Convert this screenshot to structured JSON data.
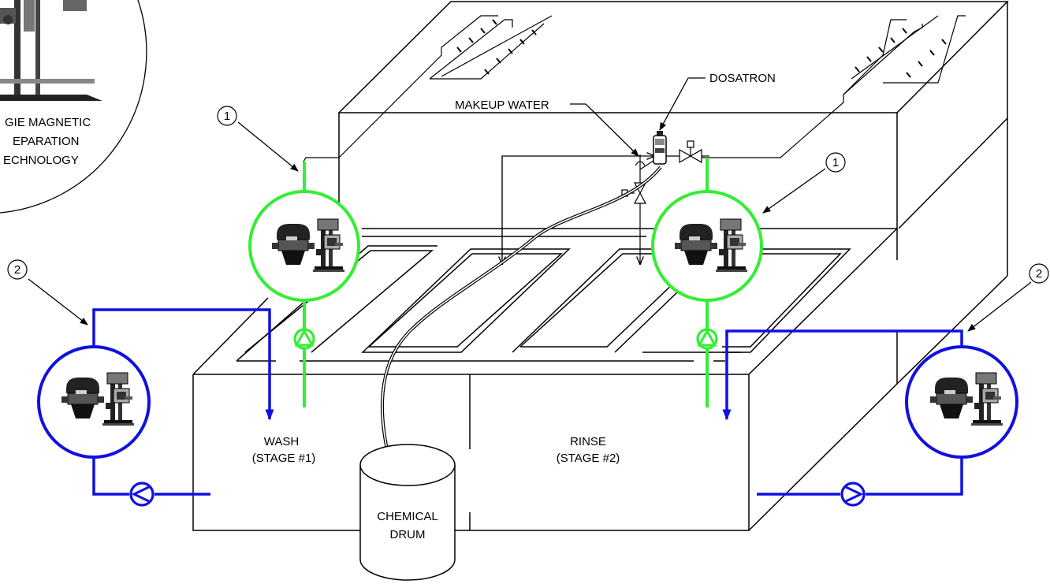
{
  "labels": {
    "dosatron": "DOSATRON",
    "makeup_water": "MAKEUP WATER",
    "wash": "WASH",
    "wash_stage": "(STAGE #1)",
    "rinse": "RINSE",
    "rinse_stage": "(STAGE #2)",
    "chemical": "CHEMICAL",
    "drum": "DRUM",
    "inset_line1": "GIE MAGNETIC",
    "inset_line2": "EPARATION",
    "inset_line3": "ECHNOLOGY"
  },
  "callouts": {
    "one": "1",
    "two": "2"
  },
  "colors": {
    "primary_loop": "#33ee33",
    "secondary_loop": "#1010e0",
    "outline": "#000000"
  }
}
